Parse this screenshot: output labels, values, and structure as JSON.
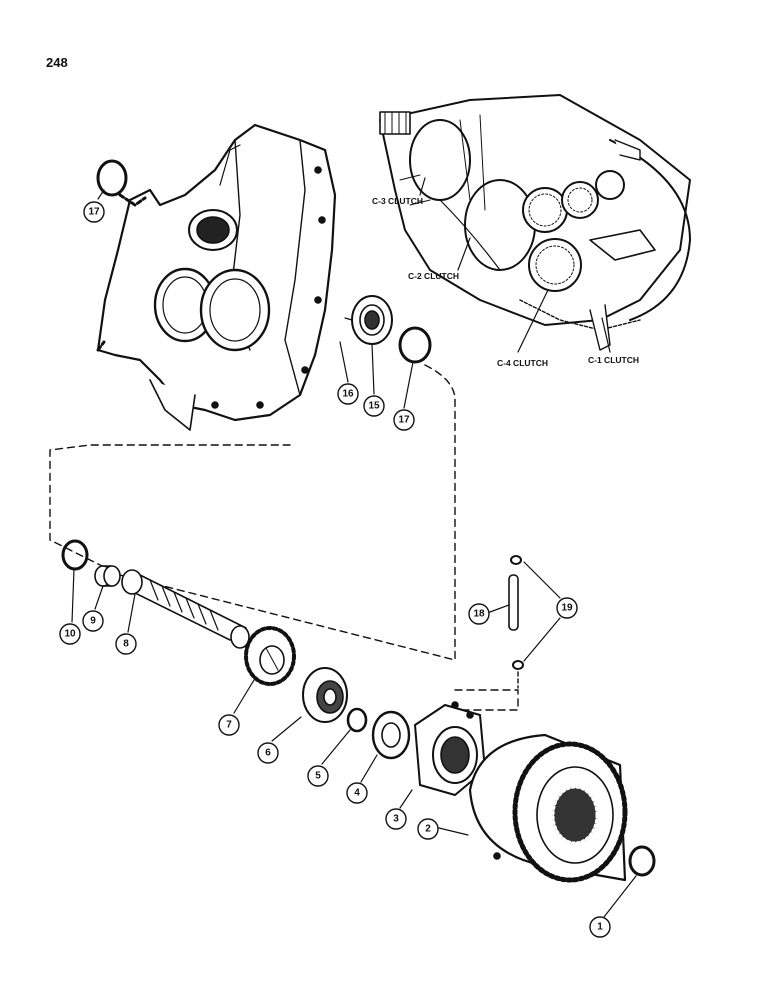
{
  "page": {
    "number": "248"
  },
  "callouts": [
    "1",
    "2",
    "3",
    "4",
    "5",
    "6",
    "7",
    "8",
    "9",
    "10",
    "15",
    "16",
    "17",
    "17",
    "18",
    "19"
  ],
  "clutch_labels": [
    "C-3 CLUTCH",
    "C-2 CLUTCH",
    "C-4 CLUTCH",
    "C-1 CLUTCH"
  ]
}
